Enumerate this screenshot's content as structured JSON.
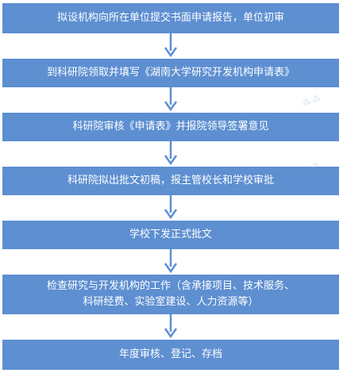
{
  "flowchart": {
    "steps": [
      "拟设机构向所在单位提交书面申请报告，单位初审",
      "到科研院领取并填写《湖南大学研究开发机构申请表》",
      "科研院审核《申请表》并报院领导签署意见",
      "科研院拟出批文初稿，报主管校长和学校审批",
      "学校下发正式批文",
      "检查研究与开发机构的工作（含承接项目、技术服务、\n科研经费、实验室建设、人力资源等）",
      "年度审核、登记、存档"
    ]
  },
  "colors": {
    "box": "#5d8fd1",
    "arrow": "#5d8fd1",
    "text": "#ffffff"
  }
}
